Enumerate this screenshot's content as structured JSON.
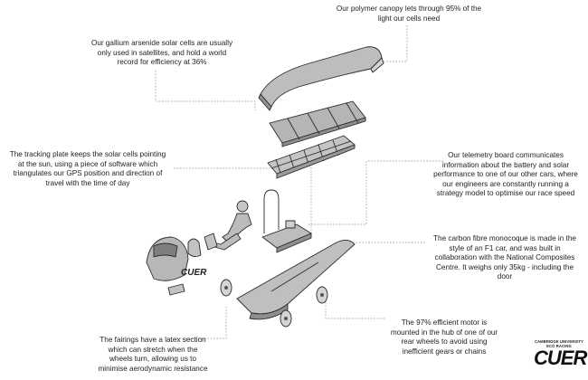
{
  "callouts": {
    "canopy": "Our polymer canopy lets through 95% of the\nlight our cells need",
    "cells": "Our gallium arsenide solar cells are usually\nonly used in satellites, and hold a world\nrecord for efficiency at 36%",
    "tracking": "The tracking plate keeps the solar cells pointing\nat the sun, using a piece of software which\ntriangulates our GPS position and direction of\ntravel with the time of day",
    "telemetry": "Our telemetry board communicates\ninformation about the battery and solar\nperformance to one of our other cars, where\nour engineers are constantly running a\nstrategy model to optimise our race speed",
    "monocoque": "The carbon fibre monocoque is made in the\nstyle of an F1 car, and was built in\ncollaboration with the National Composites\nCentre. It weighs only 35kg - including the\ndoor",
    "motor": "The 97% efficient motor is\nmounted in the hub of one of our\nrear wheels to avoid using\ninefficient gears or chains",
    "fairings": "The fairings have a latex section\nwhich can stretch when the\nwheels turn, allowing us to\nminimise aerodynamic resistance"
  },
  "logo": {
    "line1": "CAMBRIDGE UNIVERSITY",
    "line2": "ECO RACING",
    "mark": "CUER"
  },
  "decal": "CUER",
  "colors": {
    "part_fill": "#b9b9b9",
    "part_dark": "#8c8c8c",
    "leader_line": "#8a8a8a"
  }
}
